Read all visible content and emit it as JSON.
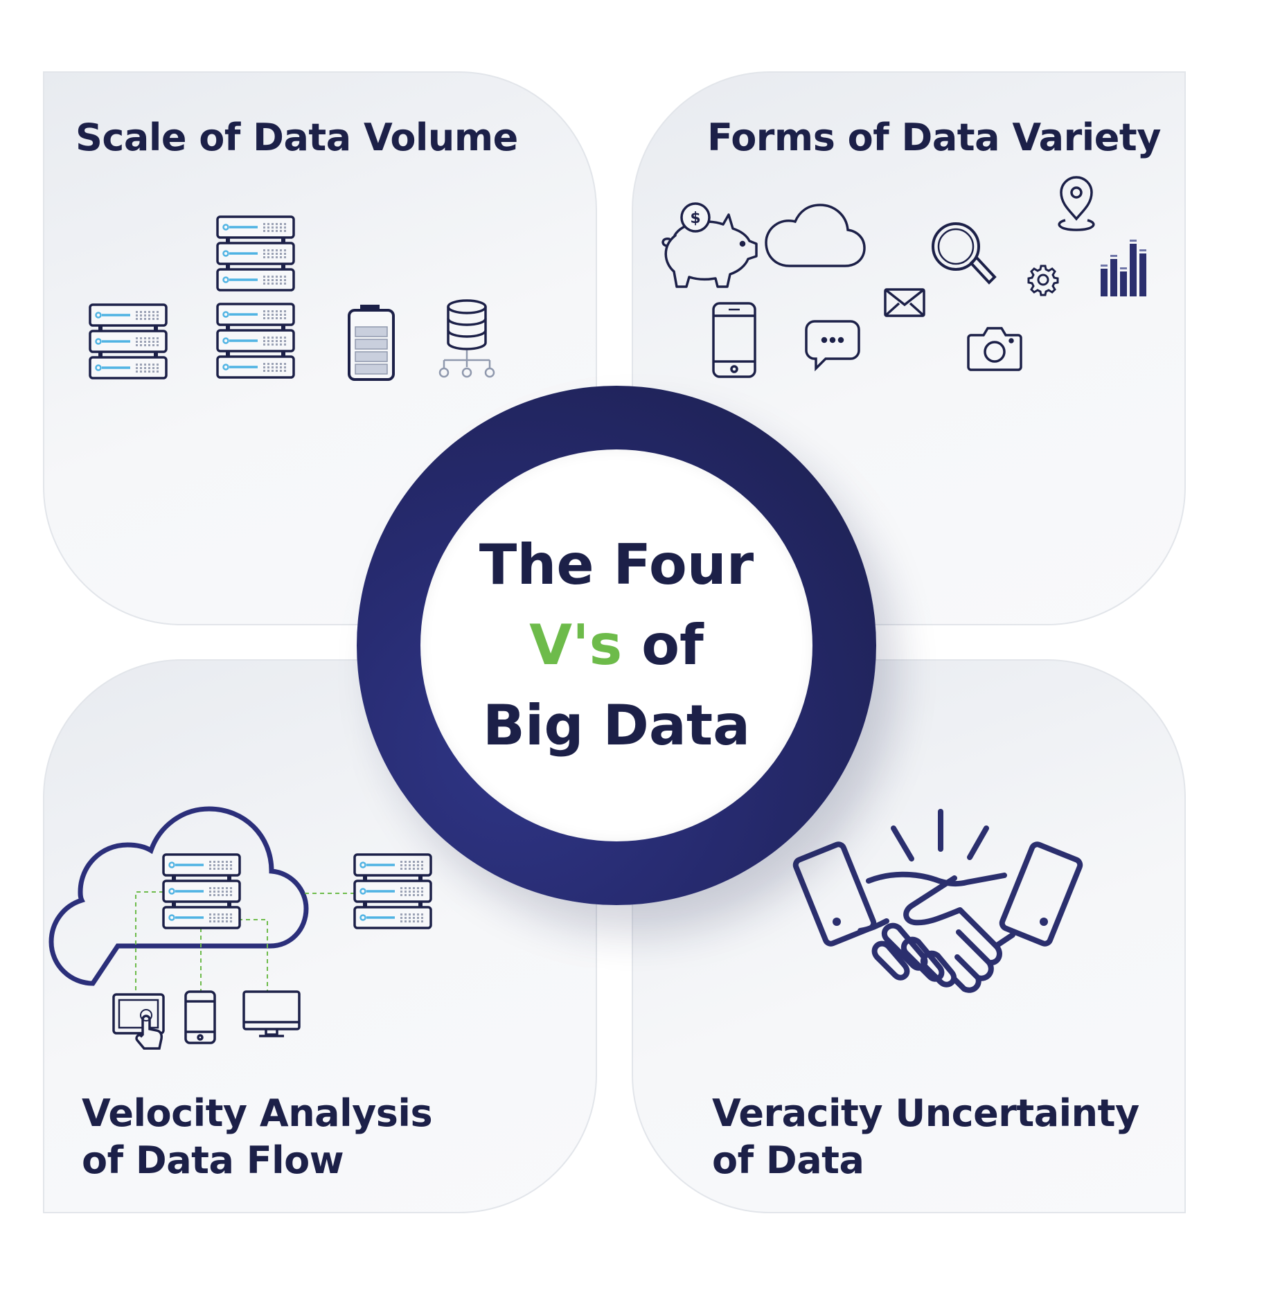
{
  "center": {
    "line1": "The Four",
    "line2_accent": "V's",
    "line2_rest": "of",
    "line3": "Big Data",
    "accent_color": "#6dbb4a",
    "ring_color": "#262a6e"
  },
  "panels": {
    "volume": {
      "title": "Scale of Data Volume",
      "icons": [
        "server-rack-icon",
        "server-stack-icon",
        "battery-icon",
        "database-network-icon"
      ]
    },
    "variety": {
      "title": "Forms of Data Variety",
      "icons": [
        "piggy-bank-icon",
        "cloud-icon",
        "magnifier-icon",
        "location-pin-icon",
        "gear-icon",
        "bar-chart-icon",
        "smartphone-icon",
        "chat-bubble-icon",
        "envelope-icon",
        "camera-icon"
      ]
    },
    "velocity": {
      "title_line1": "Velocity Analysis",
      "title_line2": "of Data Flow",
      "icons": [
        "cloud-server-icon",
        "server-icon",
        "tablet-touch-icon",
        "smartphone-icon",
        "monitor-icon"
      ]
    },
    "veracity": {
      "title_line1": "Veracity Uncertainty",
      "title_line2": "of Data",
      "icons": [
        "handshake-icon"
      ]
    }
  },
  "colors": {
    "text": "#1c2048",
    "icon_stroke": "#1c2048",
    "server_light": "#4fb3e3",
    "dashed_line": "#6dbb4a"
  }
}
